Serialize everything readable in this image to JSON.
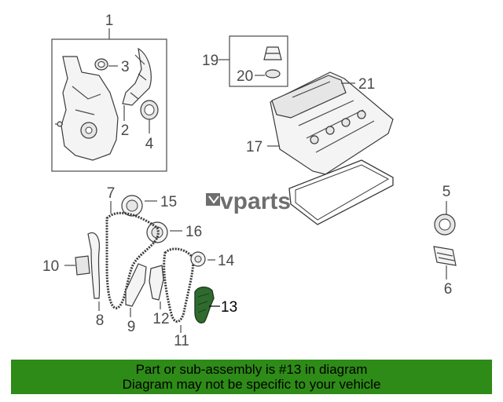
{
  "watermark": {
    "text": "vparts"
  },
  "callouts": {
    "c1": "1",
    "c2": "2",
    "c3": "3",
    "c4": "4",
    "c5": "5",
    "c6": "6",
    "c7": "7",
    "c8": "8",
    "c9": "9",
    "c10": "10",
    "c11": "11",
    "c12": "12",
    "c13": "13",
    "c14": "14",
    "c15": "15",
    "c16": "16",
    "c17": "17",
    "c19": "19",
    "c20": "20",
    "c21": "21"
  },
  "highlighted_part": "13",
  "colors": {
    "banner": "#2e8b17",
    "highlight": "#2f6b2f"
  },
  "banner": {
    "line1": "Part or sub-assembly is #13 in diagram",
    "line2": "Diagram may not be specific to your vehicle"
  }
}
